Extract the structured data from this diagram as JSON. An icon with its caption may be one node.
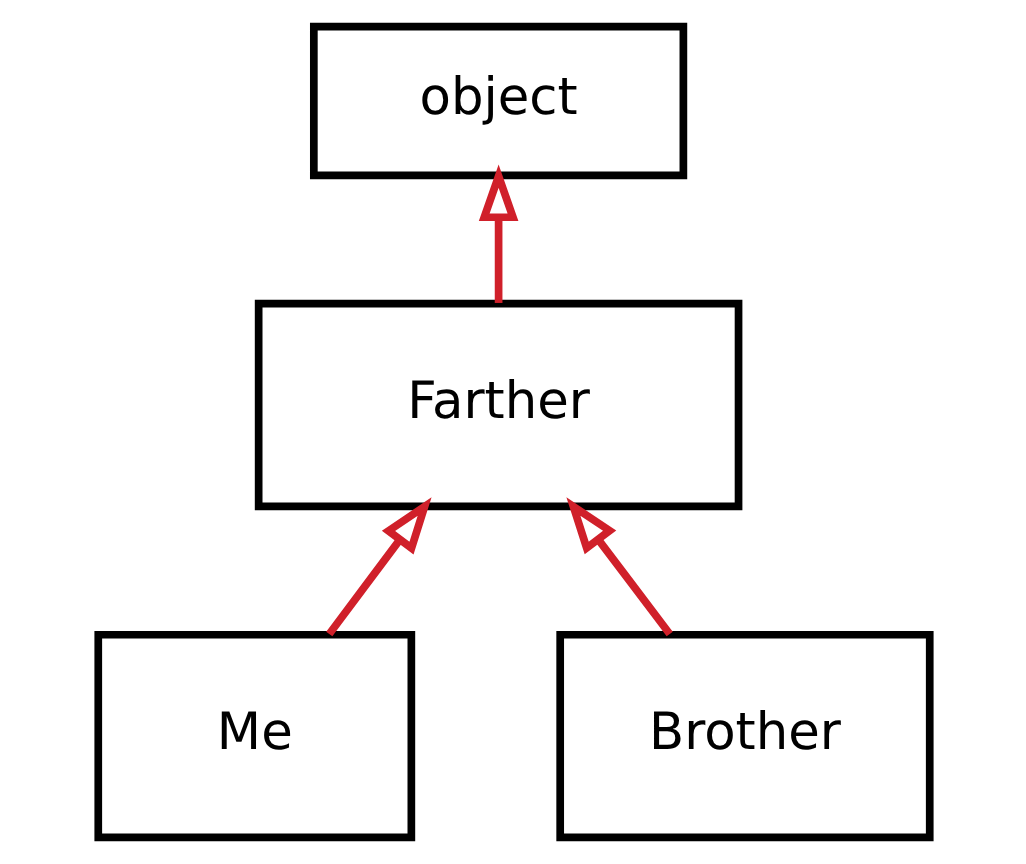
{
  "diagram": {
    "nodes": [
      {
        "text": [
          "object"
        ]
      },
      {
        "text": [
          "Farther"
        ]
      },
      {
        "text": [
          "Me"
        ]
      },
      {
        "text": [
          "Brother"
        ]
      }
    ],
    "edges": [
      {
        "from": 1,
        "to": 0,
        "arrow": "to",
        "color": "#d0202a"
      },
      {
        "from": 2,
        "to": 1,
        "arrow": "to",
        "color": "#d0202a"
      },
      {
        "from": 3,
        "to": 1,
        "arrow": "to",
        "color": "#d0202a"
      }
    ]
  }
}
